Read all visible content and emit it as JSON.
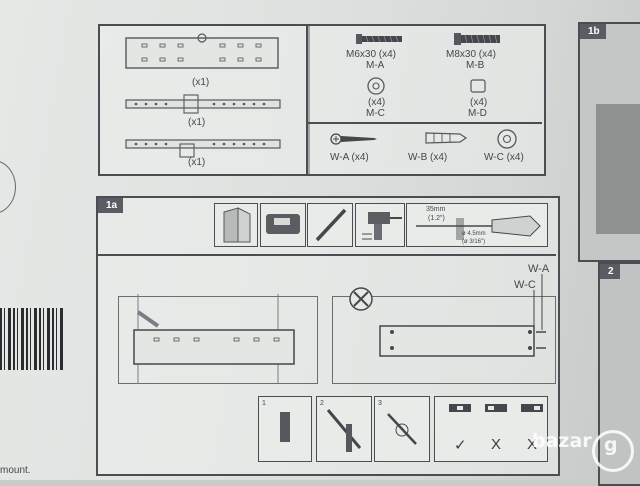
{
  "parts": {
    "brackets": [
      {
        "qty": "(x1)"
      },
      {
        "qty": "(x1)"
      },
      {
        "qty": "(x1)"
      }
    ],
    "screws": [
      {
        "spec": "M6x30 (x4)",
        "code": "M-A"
      },
      {
        "spec": "M8x30 (x4)",
        "code": "M-B"
      },
      {
        "spec": "(x4)",
        "code": "M-C"
      },
      {
        "spec": "(x4)",
        "code": "M-D"
      }
    ],
    "wall_kit": [
      {
        "label": "W-A (x4)"
      },
      {
        "label": "W-B (x4)"
      },
      {
        "label": "W-C (x4)"
      }
    ]
  },
  "steps": {
    "step_1a": "1a",
    "step_1b": "1b",
    "step_2": "2",
    "drill": {
      "depth": "35mm",
      "depth_in": "(1.2\")",
      "dia": "ø 4.5mm",
      "dia_in": "(ø 3/16\")"
    },
    "callouts": {
      "wa": "W-A",
      "wc": "W-C"
    },
    "substeps": {
      "s1": "1",
      "s2": "2",
      "s3": "3"
    },
    "level_marks": [
      "✓",
      "X",
      "X"
    ]
  },
  "footer": {
    "text": "mount."
  },
  "watermark": {
    "text": "bazar",
    "suffix": "g"
  }
}
